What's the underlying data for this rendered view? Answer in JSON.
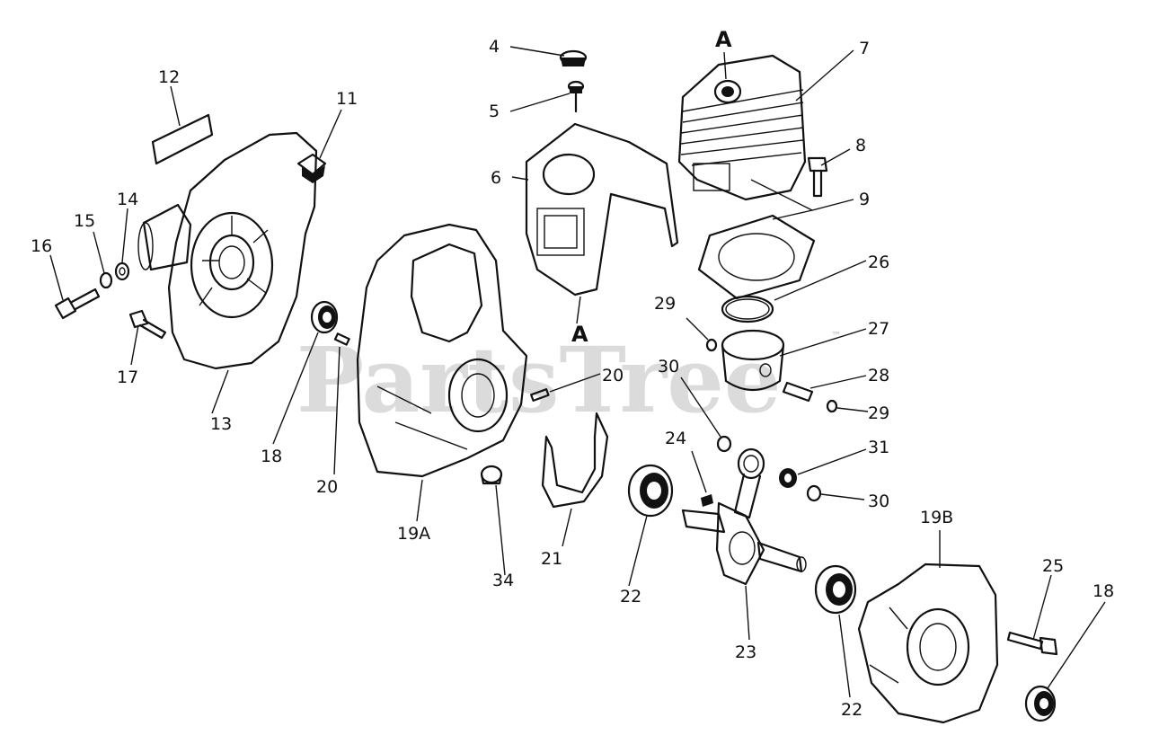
{
  "watermark": {
    "text": "PartsTree",
    "trademark": "™"
  },
  "section_marker": "A",
  "callouts": [
    "4",
    "5",
    "6",
    "7",
    "8",
    "9",
    "11",
    "12",
    "13",
    "14",
    "15",
    "16",
    "17",
    "18",
    "19A",
    "19B",
    "20",
    "21",
    "22",
    "23",
    "24",
    "25",
    "26",
    "27",
    "28",
    "29",
    "30",
    "31",
    "34"
  ]
}
